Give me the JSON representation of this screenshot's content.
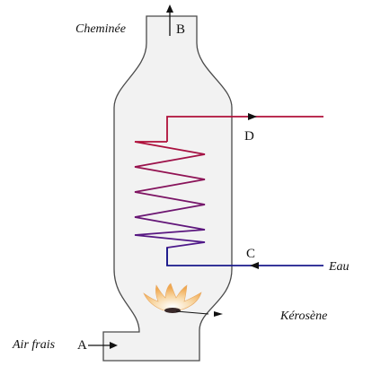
{
  "labels": {
    "chimney": "Cheminée",
    "point_b": "B",
    "point_d": "D",
    "point_c": "C",
    "water": "Eau",
    "kerosene": "Kérosène",
    "fresh_air": "Air frais",
    "point_a": "A"
  },
  "colors": {
    "outline": "#4a4a4a",
    "fill": "#f2f2f2",
    "hot_pipe": "#b0103a",
    "cold_pipe": "#1a1a8c",
    "coil_top": "#b0103a",
    "coil_bottom": "#3a1a9a",
    "flame": "#f4c07a",
    "arrow": "#111111"
  },
  "icons": {
    "flame": "flame-icon"
  }
}
